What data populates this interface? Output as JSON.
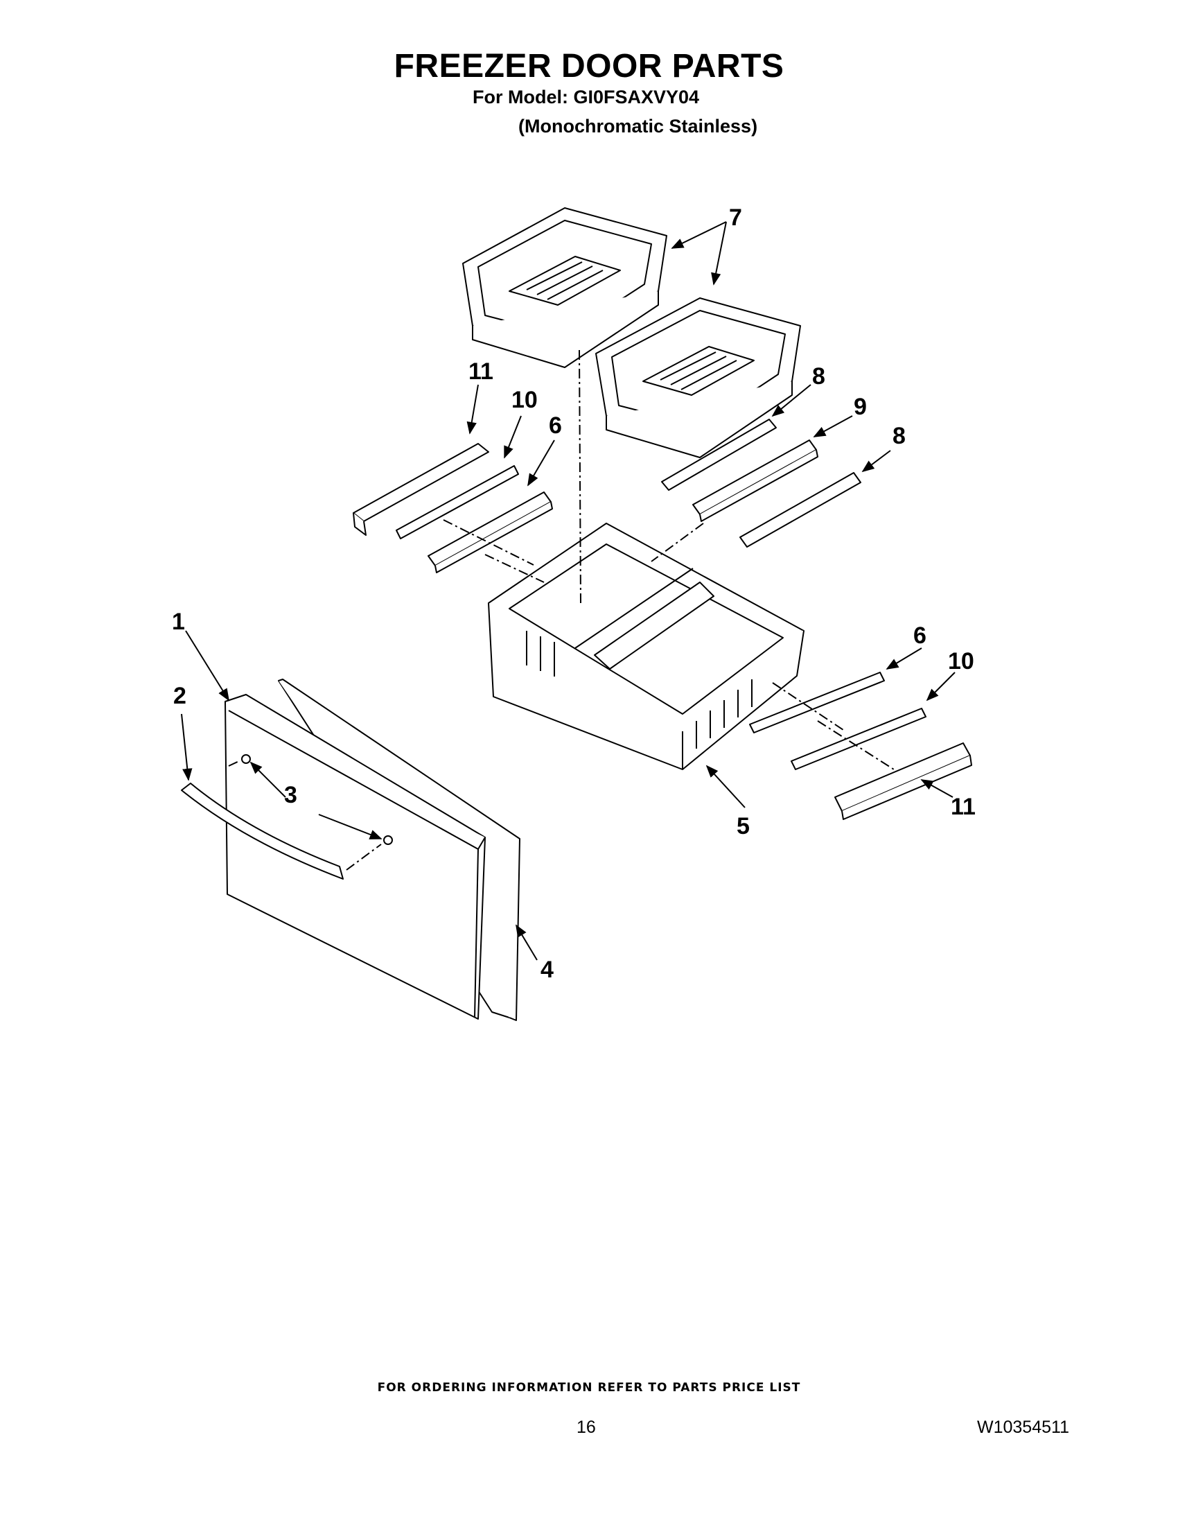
{
  "header": {
    "title": "FREEZER DOOR PARTS",
    "model_line": "For Model: GI0FSAXVY04",
    "finish_line": "(Monochromatic Stainless)"
  },
  "callouts": {
    "c1": "1",
    "c2": "2",
    "c3": "3",
    "c4": "4",
    "c5": "5",
    "c6a": "6",
    "c6b": "6",
    "c7": "7",
    "c8a": "8",
    "c8b": "8",
    "c9": "9",
    "c10a": "10",
    "c10b": "10",
    "c11a": "11",
    "c11b": "11"
  },
  "footer": {
    "ordering_note": "FOR ORDERING INFORMATION REFER TO PARTS PRICE LIST",
    "page_number": "16",
    "document_number": "W10354511"
  }
}
